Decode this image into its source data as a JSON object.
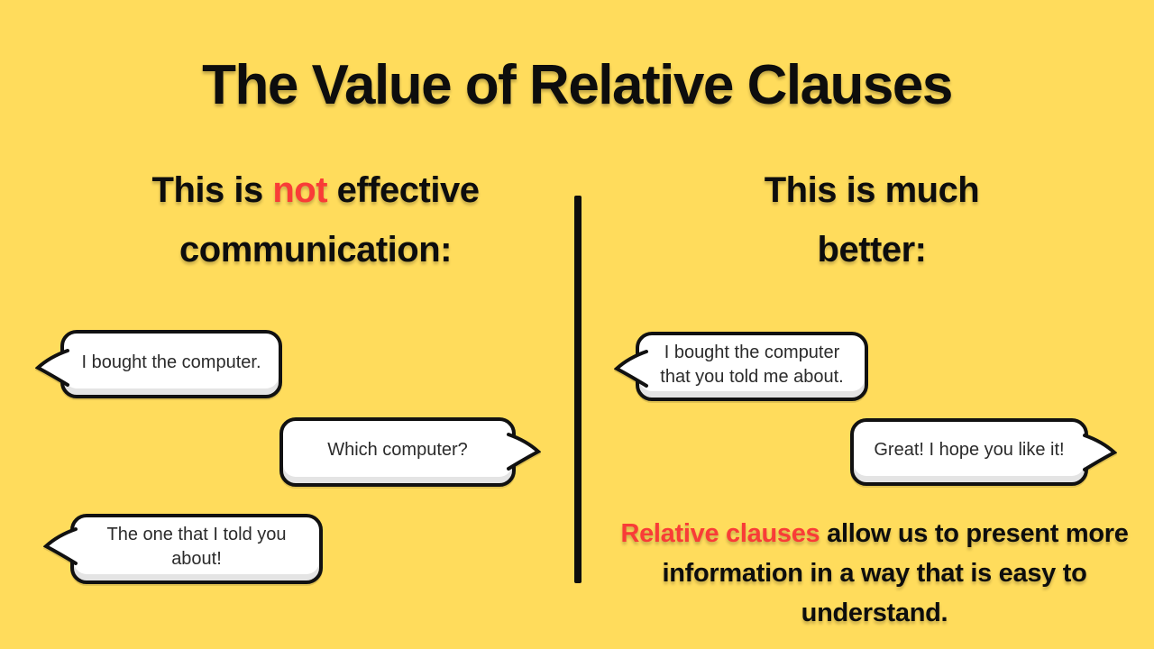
{
  "theme": {
    "background": "#FFDC5C",
    "accent_red": "#F93C37",
    "text_black": "#0D0D0D",
    "bubble_fill": "#FFFFFF",
    "bubble_border": "#111111",
    "bubble_inner_shadow": "#E4E4E4"
  },
  "title": "The Value of Relative Clauses",
  "left_panel": {
    "heading": {
      "pre": "This is ",
      "highlight": "not",
      "post": " effective",
      "line2": "communication:"
    },
    "bubbles": [
      {
        "text": "I bought the computer.",
        "tail": "left"
      },
      {
        "text": "Which computer?",
        "tail": "right"
      },
      {
        "text": "The one that I told you about!",
        "tail": "left"
      }
    ]
  },
  "right_panel": {
    "heading": {
      "line1": "This is much",
      "line2": "better:"
    },
    "bubbles": [
      {
        "text": "I bought the computer that you told me about.",
        "tail": "left"
      },
      {
        "text": "Great! I hope you like it!",
        "tail": "right"
      }
    ],
    "callout": {
      "highlight": "Relative clauses",
      "rest": " allow us to present more information in a way that is easy to understand."
    }
  }
}
